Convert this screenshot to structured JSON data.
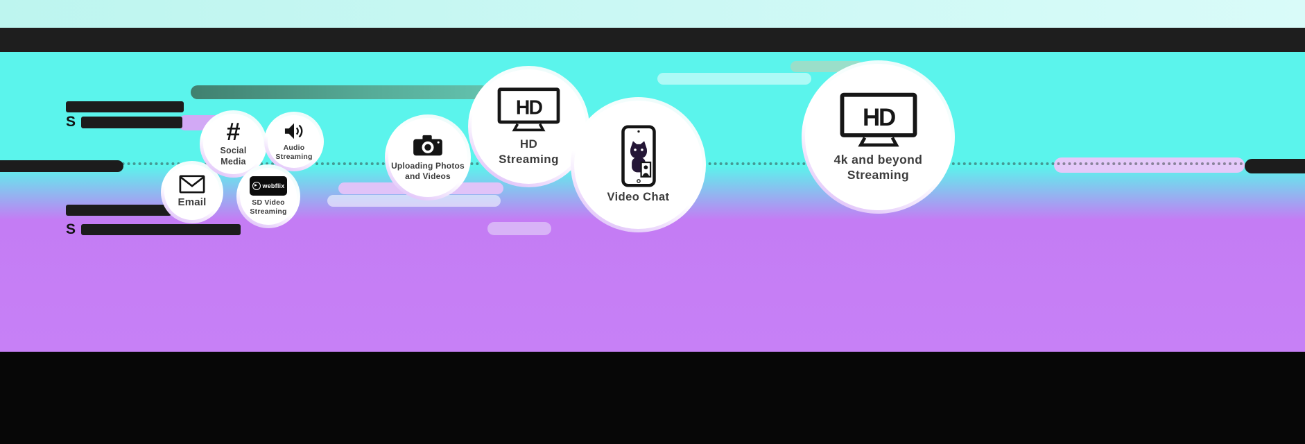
{
  "infographic": {
    "name": "internet-speed-activities",
    "bubbles": [
      {
        "label": "Email",
        "icon": "envelope-icon"
      },
      {
        "label": "Social\nMedia",
        "icon": "hashtag-icon",
        "glyph": "#"
      },
      {
        "label": "Audio\nStreaming",
        "icon": "speaker-icon"
      },
      {
        "label": "SD Video\nStreaming",
        "icon": "webflix-badge-icon",
        "brand": "webflix"
      },
      {
        "label": "Uploading Photos\nand Videos",
        "icon": "camera-icon"
      },
      {
        "label": "HD\nStreaming",
        "icon": "hd-tv-icon",
        "tv_label": "HD"
      },
      {
        "label": "Video Chat",
        "icon": "video-call-phone-icon"
      },
      {
        "label": "4k and beyond\nStreaming",
        "icon": "hd-tv-icon",
        "tv_label": "HD"
      }
    ],
    "redacted": {
      "row2_char": "S",
      "row4_char": "S"
    },
    "colors": {
      "cyan_background": "#5bf4ec",
      "purple_background": "#c47cf4",
      "pale_top_band": "#c9f8f4",
      "black_band": "#1e1e1e",
      "teal_capsule": "#47907f",
      "lavender_capsule": "#e0c3f8",
      "white_capsule": "rgba(255,255,255,0.55)"
    }
  }
}
